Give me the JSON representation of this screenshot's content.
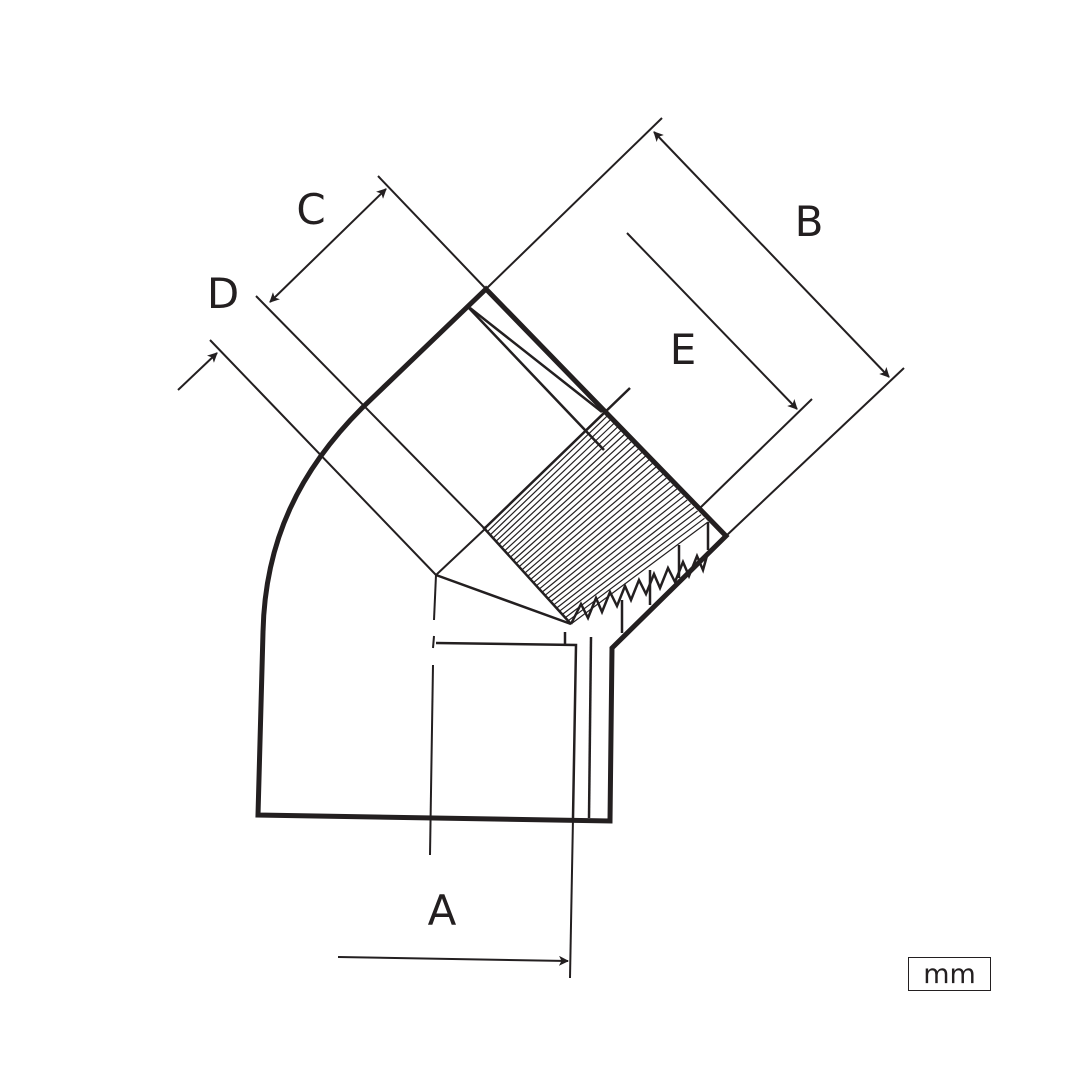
{
  "labels": {
    "a": "A",
    "b": "B",
    "c": "C",
    "d": "D",
    "e": "E"
  },
  "unit": "mm",
  "colors": {
    "ink": "#231f20",
    "background": "#ffffff"
  }
}
